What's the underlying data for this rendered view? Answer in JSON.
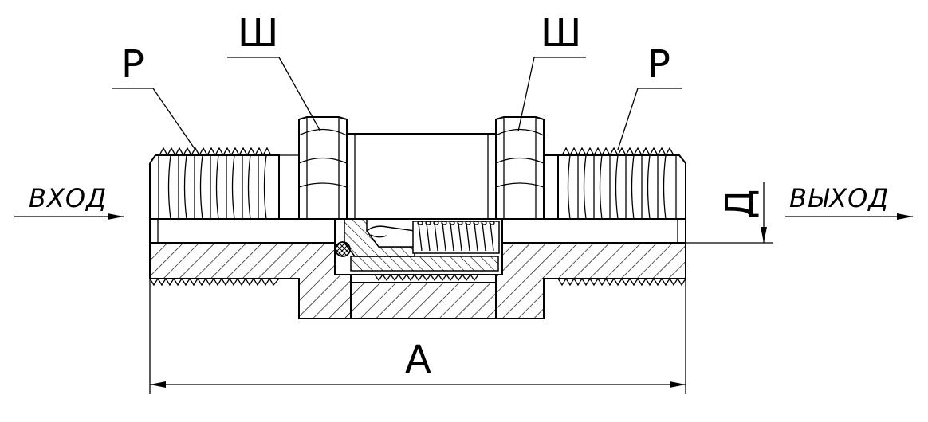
{
  "labels": {
    "thread_left": "Р",
    "thread_right": "Р",
    "hex_left": "Ш",
    "hex_right": "Ш",
    "length": "А",
    "bore": "Д",
    "inlet": "ВХОД",
    "outlet": "ВЫХОД"
  }
}
